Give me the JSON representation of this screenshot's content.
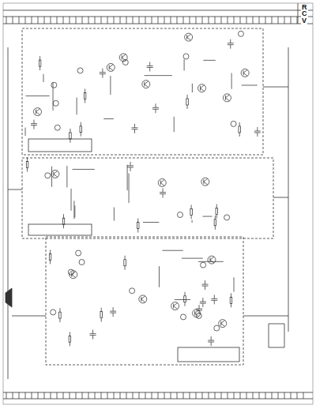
{
  "diagram": {
    "labels": [
      "R",
      "C",
      "V"
    ]
  }
}
